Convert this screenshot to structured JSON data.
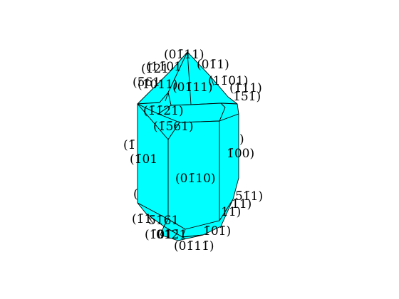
{
  "figure": {
    "kind": "crystal-habit-drawing",
    "face_color": "#00ffff",
    "edge_color": "#000000",
    "background": "#ffffff"
  },
  "face_labels": [
    "(01̄11)",
    "(1̄21",
    "(11̄01",
    "(01̄1)",
    "(5̄61",
    "(1̄011)",
    "(01̄11)",
    "(11̄01)",
    "(1̄11)",
    "1̄51)",
    "(1̄1̄21)",
    "(1̄5̄61)",
    "(1̄",
    ")",
    "(1̄01",
    "1̄00)",
    "(01̄10)",
    "(",
    "5̄1̄1)",
    "1̄1)",
    "11)",
    "(1̄1",
    "5̄1̄61",
    "(1̄01",
    "01̄2̄1",
    "1̄01̄)",
    "(01̄11̄)"
  ]
}
